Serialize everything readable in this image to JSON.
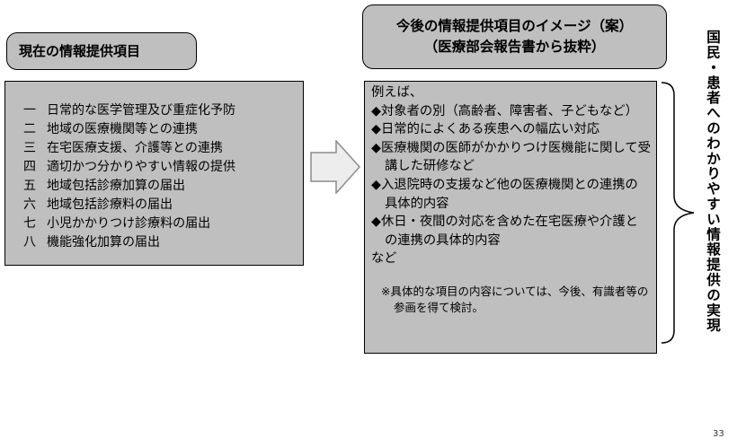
{
  "left_header": "現在の情報提供項目",
  "right_header": {
    "line1": "今後の情報提供項目のイメージ（案）",
    "line2": "（医療部会報告書から抜粋）"
  },
  "current_items": [
    {
      "num": "一",
      "text": "日常的な医学管理及び重症化予防"
    },
    {
      "num": "二",
      "text": "地域の医療機関等との連携"
    },
    {
      "num": "三",
      "text": "在宅医療支援、介護等との連携"
    },
    {
      "num": "四",
      "text": "適切かつ分かりやすい情報の提供"
    },
    {
      "num": "五",
      "text": "地域包括診療加算の届出"
    },
    {
      "num": "六",
      "text": "地域包括診療料の届出"
    },
    {
      "num": "七",
      "text": "小児かかりつけ診療料の届出"
    },
    {
      "num": "八",
      "text": "機能強化加算の届出"
    }
  ],
  "future": {
    "intro": "例えば、",
    "items": [
      "◆対象者の別（高齢者、障害者、子どもなど）",
      "◆日常的によくある疾患への幅広い対応",
      "◆医療機関の医師がかかりつけ医機能に関して受講した研修など",
      "◆入退院時の支援など他の医療機関との連携の具体的内容",
      "◆休日・夜間の対応を含めた在宅医療や介護との連携の具体的内容"
    ],
    "etc": "など",
    "note": "※具体的な項目の内容については、今後、有識者等の参画を得て検討。"
  },
  "vertical_caption": "国民・患者へのわかりやすい情報提供の実現",
  "page_number": "33"
}
